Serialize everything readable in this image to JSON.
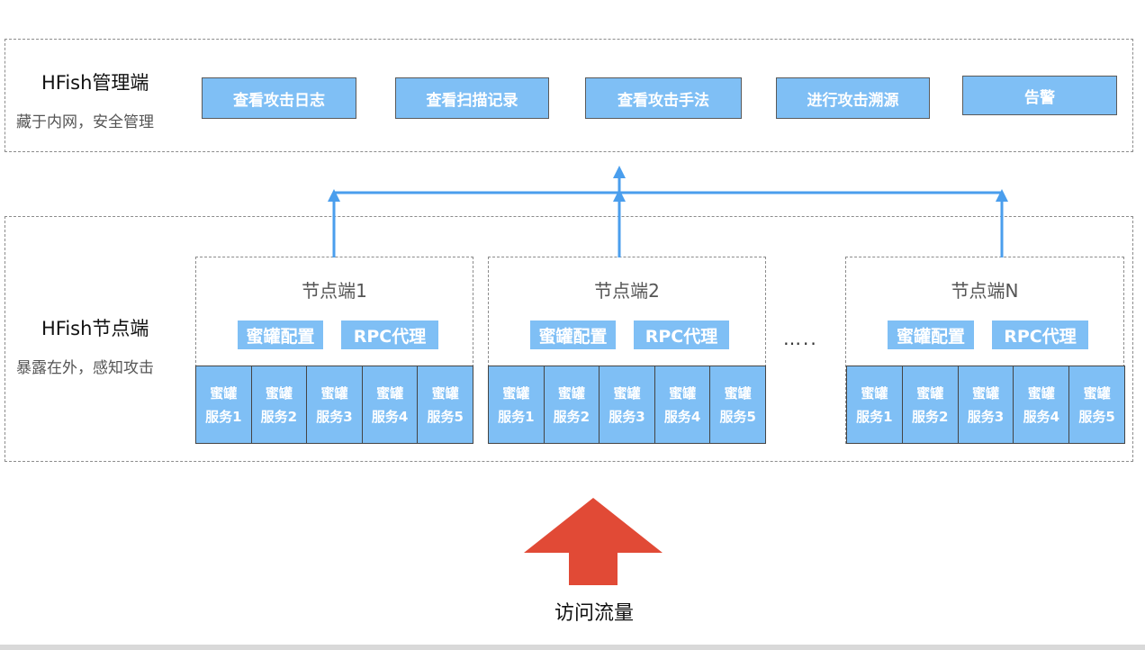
{
  "manager": {
    "title": "HFish管理端",
    "subtitle": "藏于内网，安全管理",
    "buttons": [
      "查看攻击日志",
      "查看扫描记录",
      "查看攻击手法",
      "进行攻击溯源",
      "告警"
    ]
  },
  "node_layer": {
    "title": "HFish节点端",
    "subtitle": "暴露在外，感知攻击",
    "ellipsis": "….."
  },
  "nodes": [
    {
      "title": "节点端1",
      "tags": [
        "蜜罐配置",
        "RPC代理"
      ],
      "services": [
        {
          "line1": "蜜罐",
          "line2": "服务1"
        },
        {
          "line1": "蜜罐",
          "line2": "服务2"
        },
        {
          "line1": "蜜罐",
          "line2": "服务3"
        },
        {
          "line1": "蜜罐",
          "line2": "服务4"
        },
        {
          "line1": "蜜罐",
          "line2": "服务5"
        }
      ]
    },
    {
      "title": "节点端2",
      "tags": [
        "蜜罐配置",
        "RPC代理"
      ],
      "services": [
        {
          "line1": "蜜罐",
          "line2": "服务1"
        },
        {
          "line1": "蜜罐",
          "line2": "服务2"
        },
        {
          "line1": "蜜罐",
          "line2": "服务3"
        },
        {
          "line1": "蜜罐",
          "line2": "服务4"
        },
        {
          "line1": "蜜罐",
          "line2": "服务5"
        }
      ]
    },
    {
      "title": "节点端N",
      "tags": [
        "蜜罐配置",
        "RPC代理"
      ],
      "services": [
        {
          "line1": "蜜罐",
          "line2": "服务1"
        },
        {
          "line1": "蜜罐",
          "line2": "服务2"
        },
        {
          "line1": "蜜罐",
          "line2": "服务3"
        },
        {
          "line1": "蜜罐",
          "line2": "服务4"
        },
        {
          "line1": "蜜罐",
          "line2": "服务5"
        }
      ]
    }
  ],
  "traffic": {
    "label": "访问流量"
  },
  "colors": {
    "box_blue": "#7fbff5",
    "arrow_blue": "#4a9eed",
    "traffic_red": "#e14a36"
  }
}
